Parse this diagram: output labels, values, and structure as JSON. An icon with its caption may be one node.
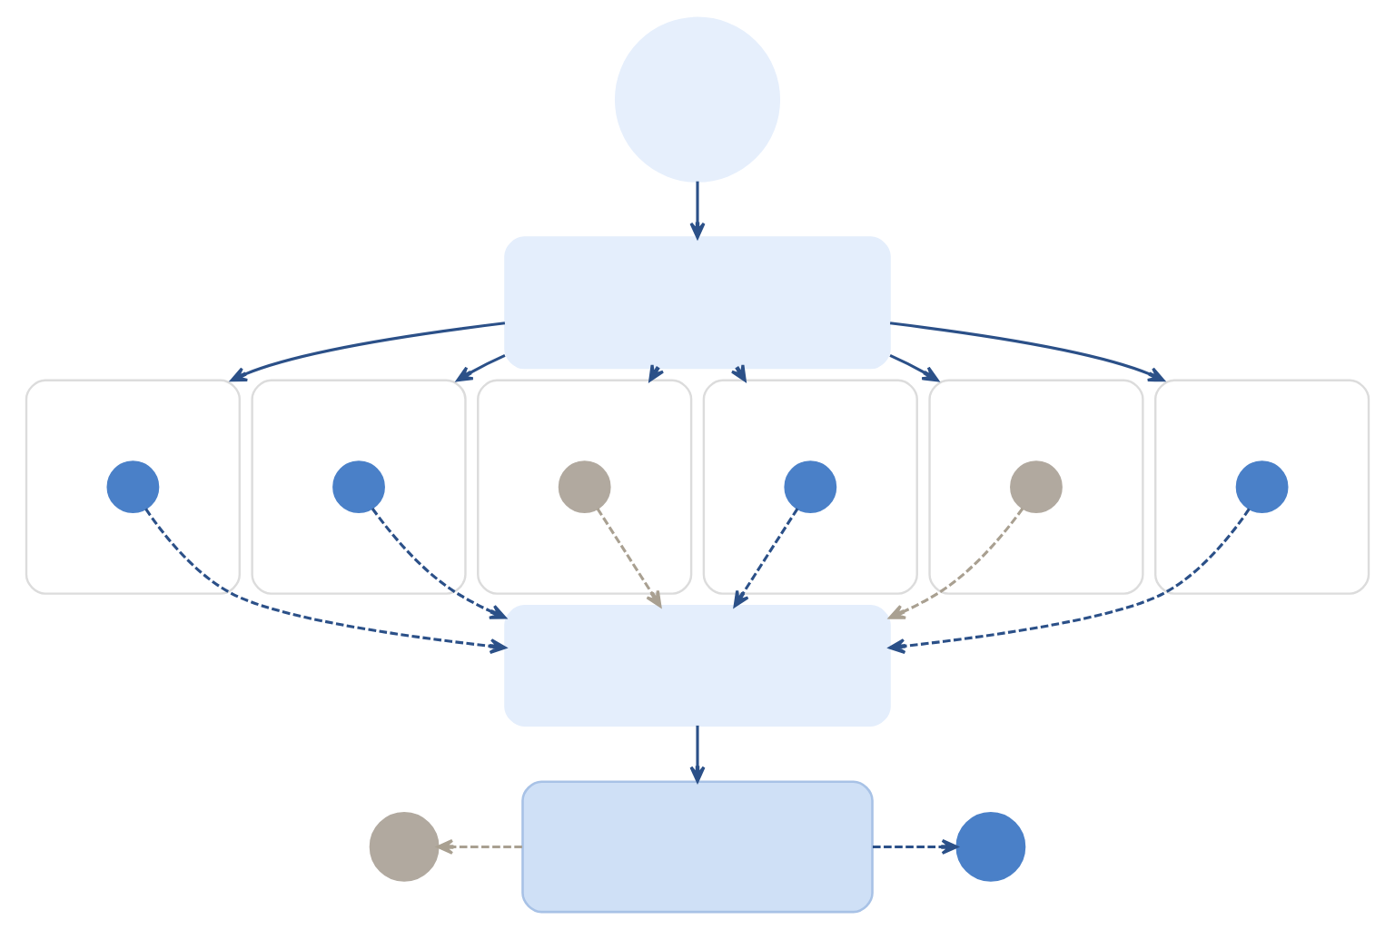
{
  "diagram": {
    "nodes": [
      {
        "text": [],
        "shape": "circle"
      },
      {
        "text": [],
        "shape": "box"
      },
      {
        "text": [],
        "shape": "box"
      },
      {
        "text": [],
        "shape": "circle",
        "in": 2
      },
      {
        "text": [],
        "shape": "box"
      },
      {
        "text": [],
        "shape": "circle",
        "in": 4
      },
      {
        "text": [],
        "shape": "box"
      },
      {
        "text": [],
        "shape": "circle",
        "in": 6
      },
      {
        "text": [],
        "shape": "box"
      },
      {
        "text": [],
        "shape": "circle",
        "in": 8
      },
      {
        "text": [],
        "shape": "box"
      },
      {
        "text": [],
        "shape": "circle",
        "in": 10
      },
      {
        "text": [],
        "shape": "box"
      },
      {
        "text": [],
        "shape": "circle",
        "in": 12
      },
      {
        "text": [],
        "shape": "box"
      },
      {
        "text": [],
        "shape": "circle"
      },
      {
        "text": [],
        "shape": "pill"
      },
      {
        "text": [],
        "shape": "circle"
      }
    ],
    "edges": [
      {
        "from": 0,
        "to": 1,
        "arrow": "to"
      },
      {
        "from": 1,
        "to": 2,
        "arrow": "to"
      },
      {
        "from": 1,
        "to": 4,
        "arrow": "to"
      },
      {
        "from": 1,
        "to": 6,
        "arrow": "to"
      },
      {
        "from": 1,
        "to": 8,
        "arrow": "to"
      },
      {
        "from": 1,
        "to": 10,
        "arrow": "to"
      },
      {
        "from": 1,
        "to": 12,
        "arrow": "to"
      },
      {
        "from": 3,
        "to": 14,
        "arrow": "to",
        "style": "dashed"
      },
      {
        "from": 5,
        "to": 14,
        "arrow": "to",
        "style": "dashed"
      },
      {
        "from": 7,
        "to": 14,
        "arrow": "to",
        "style": "dashed",
        "color": "#a9a091"
      },
      {
        "from": 9,
        "to": 14,
        "arrow": "to",
        "style": "dashed"
      },
      {
        "from": 11,
        "to": 14,
        "arrow": "to",
        "style": "dashed",
        "color": "#a9a091"
      },
      {
        "from": 13,
        "to": 14,
        "arrow": "to",
        "style": "dashed"
      },
      {
        "from": 14,
        "to": 16,
        "arrow": "to"
      },
      {
        "from": 16,
        "to": 15,
        "arrow": "to",
        "style": "dashed",
        "color": "#a9a091"
      },
      {
        "from": 16,
        "to": 17,
        "arrow": "to",
        "style": "dashed"
      }
    ]
  }
}
